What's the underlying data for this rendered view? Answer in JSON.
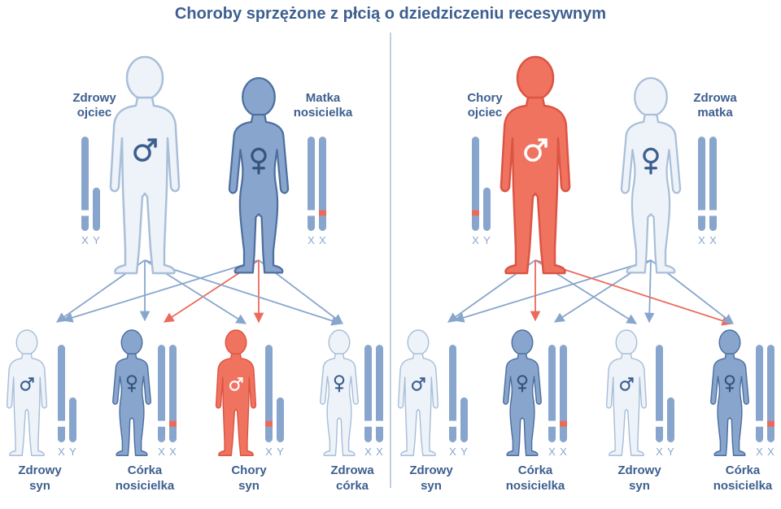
{
  "title": "Choroby sprzężone z płcią o dziedziczeniu recesywnym",
  "colors": {
    "healthy_fill": "#eef3f9",
    "healthy_stroke": "#a9bfd9",
    "carrier_fill": "#88a6cd",
    "carrier_stroke": "#4e6f9f",
    "affected_fill": "#f07360",
    "affected_stroke": "#dc5444",
    "chromosome": "#88a6cd",
    "mutation": "#ec6a5c",
    "label": "#3d5f8f",
    "arrow_normal": "#88a6cd",
    "arrow_mutant": "#ec6a5c"
  },
  "left_family": {
    "father": {
      "label_1": "Zdrowy",
      "label_2": "ojciec",
      "status": "healthy",
      "symbol": "male-symbol-icon",
      "chrom_x": "X",
      "chrom_y": "Y"
    },
    "mother": {
      "label_1": "Matka",
      "label_2": "nosicielka",
      "status": "carrier",
      "symbol": "female-symbol-icon",
      "chrom_x1": "X",
      "chrom_x2": "X"
    },
    "children": [
      {
        "label_1": "Zdrowy",
        "label_2": "syn",
        "status": "healthy",
        "sex": "male",
        "chrom_1": "X",
        "chrom_2": "Y"
      },
      {
        "label_1": "Córka",
        "label_2": "nosicielka",
        "status": "carrier",
        "sex": "female",
        "chrom_1": "X",
        "chrom_2": "X"
      },
      {
        "label_1": "Chory",
        "label_2": "syn",
        "status": "affected",
        "sex": "male",
        "chrom_1": "X",
        "chrom_2": "Y"
      },
      {
        "label_1": "Zdrowa",
        "label_2": "córka",
        "status": "healthy",
        "sex": "female",
        "chrom_1": "X",
        "chrom_2": "X"
      }
    ]
  },
  "right_family": {
    "father": {
      "label_1": "Chory",
      "label_2": "ojciec",
      "status": "affected",
      "symbol": "male-symbol-icon",
      "chrom_x": "X",
      "chrom_y": "Y"
    },
    "mother": {
      "label_1": "Zdrowa",
      "label_2": "matka",
      "status": "healthy",
      "symbol": "female-symbol-icon",
      "chrom_x1": "X",
      "chrom_x2": "X"
    },
    "children": [
      {
        "label_1": "Zdrowy",
        "label_2": "syn",
        "status": "healthy",
        "sex": "male",
        "chrom_1": "X",
        "chrom_2": "Y"
      },
      {
        "label_1": "Córka",
        "label_2": "nosicielka",
        "status": "carrier",
        "sex": "female",
        "chrom_1": "X",
        "chrom_2": "X"
      },
      {
        "label_1": "Zdrowy",
        "label_2": "syn",
        "status": "healthy",
        "sex": "male",
        "chrom_1": "X",
        "chrom_2": "Y"
      },
      {
        "label_1": "Córka",
        "label_2": "nosicielka",
        "status": "carrier",
        "sex": "female",
        "chrom_1": "X",
        "chrom_2": "X"
      }
    ]
  }
}
